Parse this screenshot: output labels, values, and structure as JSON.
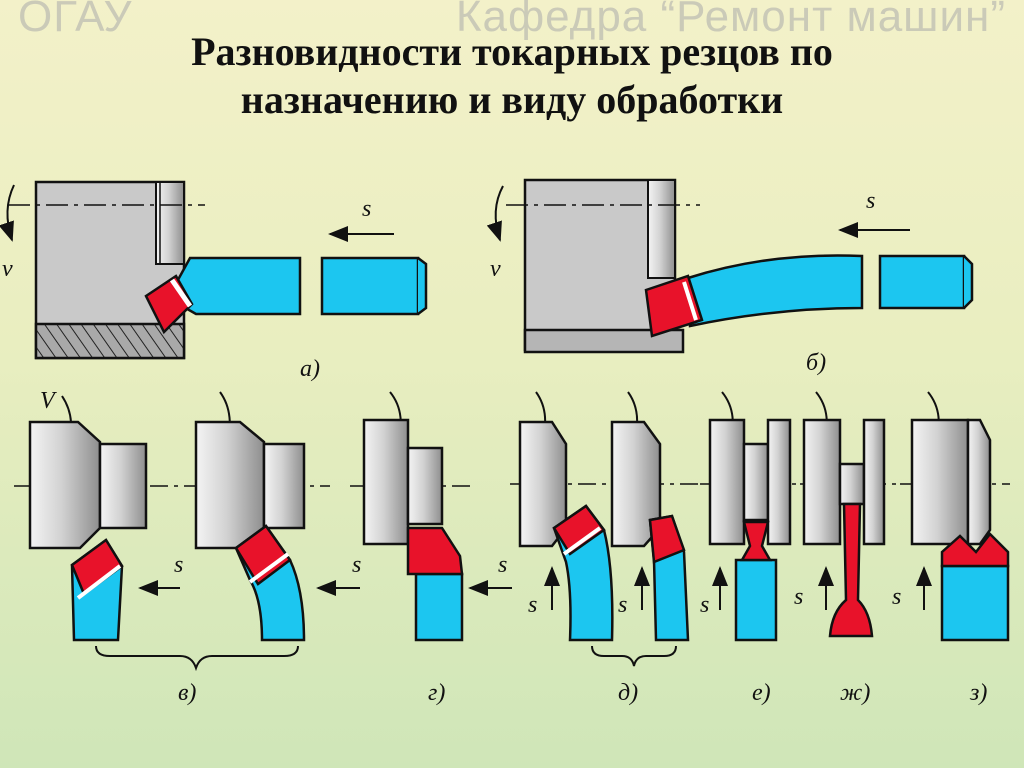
{
  "header": {
    "organization": "ОГАУ",
    "department": "Кафедра “Ремонт машин”"
  },
  "title": {
    "line1": "Разновидности токарных резцов по",
    "line2": "назначению и виду обработки"
  },
  "figure_labels": {
    "a": "а)",
    "b": "б)",
    "v": "в)",
    "g": "г)",
    "d": "д)",
    "e": "е)",
    "zh": "ж)",
    "z": "з)"
  },
  "symbols": {
    "feed": "s",
    "speed": "v",
    "speed_upper": "V"
  },
  "colors": {
    "tool_body": "#1cc6f0",
    "insert": "#e8122a",
    "workpiece": "#c9c9c9",
    "outline": "#111111"
  }
}
